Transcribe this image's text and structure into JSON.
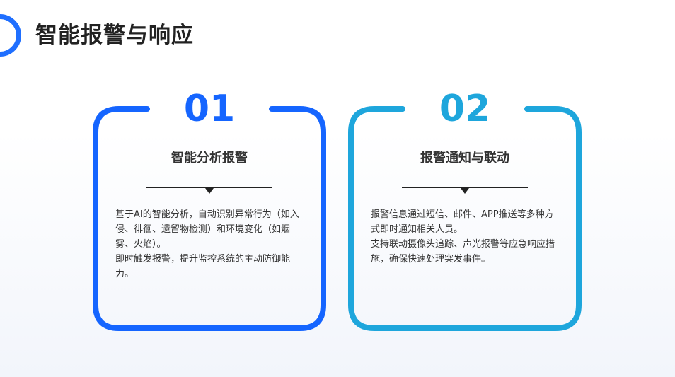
{
  "page": {
    "title": "智能报警与响应"
  },
  "colors": {
    "accent": "#1f6fff",
    "card1": "#1565ff",
    "card2": "#1ea6dc"
  },
  "cards": [
    {
      "number": "01",
      "heading": "智能分析报警",
      "paragraphs": [
        "基于AI的智能分析，自动识别异常行为（如入侵、徘徊、遗留物检测）和环境变化（如烟雾、火焰）。",
        "即时触发报警，提升监控系统的主动防御能力。"
      ]
    },
    {
      "number": "02",
      "heading": "报警通知与联动",
      "paragraphs": [
        "报警信息通过短信、邮件、APP推送等多种方式即时通知相关人员。",
        "支持联动摄像头追踪、声光报警等应急响应措施，确保快速处理突发事件。"
      ]
    }
  ]
}
